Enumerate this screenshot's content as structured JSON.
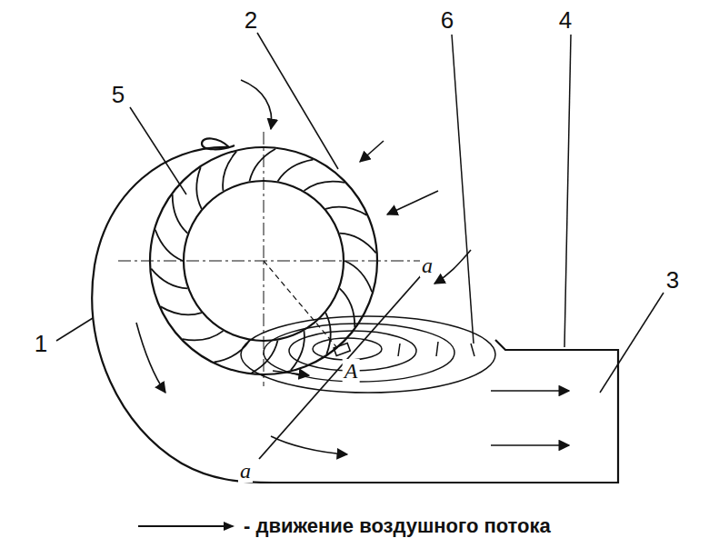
{
  "diagram": {
    "labels": [
      "2",
      "6",
      "4",
      "5",
      "3",
      "a",
      "1",
      "A",
      "a"
    ],
    "legend": [
      {
        "text": "- движение воздушного потока"
      }
    ]
  }
}
